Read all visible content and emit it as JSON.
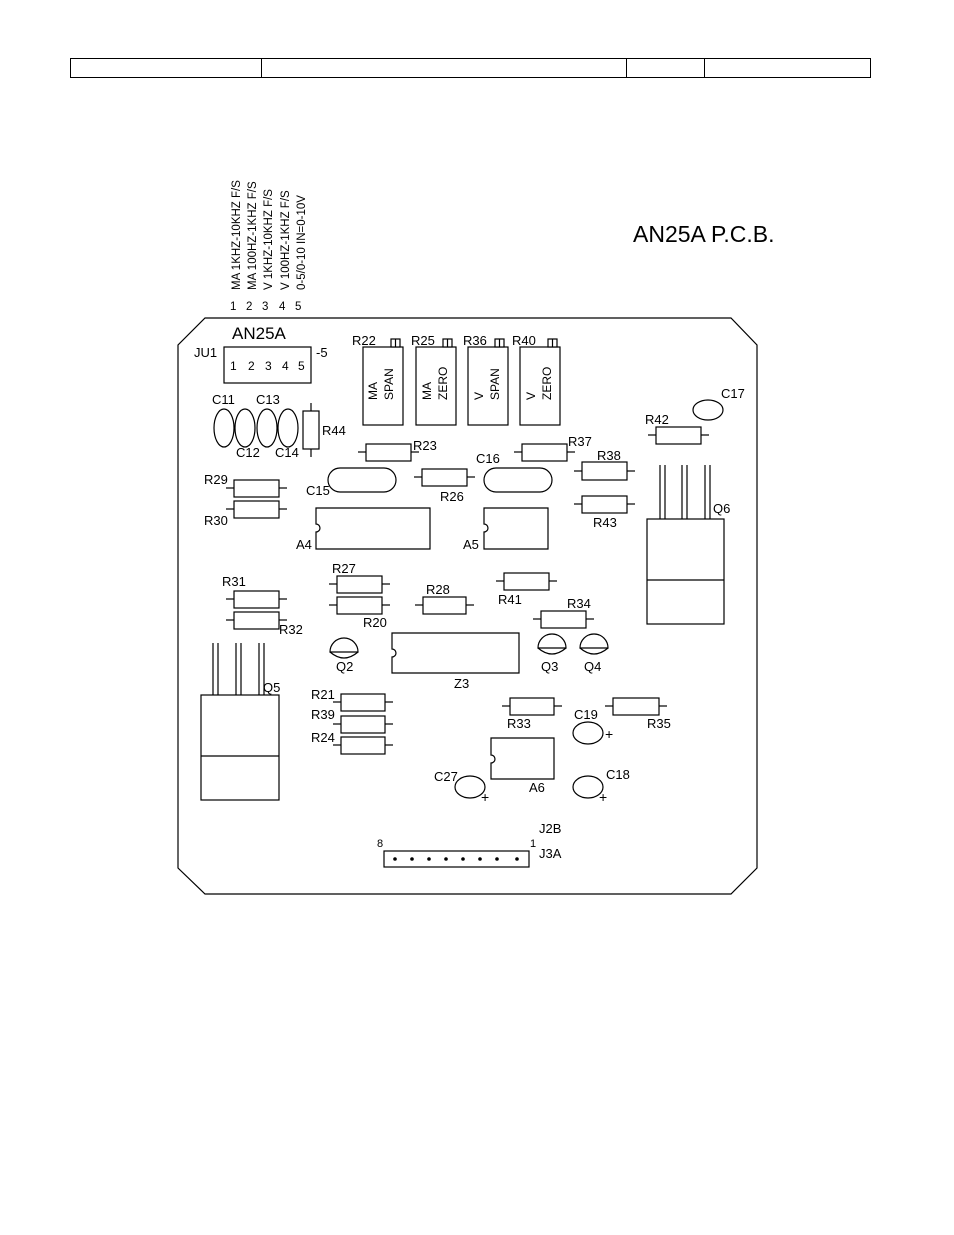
{
  "header": {
    "cells": [
      "",
      "",
      "",
      ""
    ]
  },
  "title": "AN25A P.C.B.",
  "jumper_legend": {
    "numbers": [
      "1",
      "2",
      "3",
      "4",
      "5"
    ],
    "lines": [
      "MA 1KHZ-10KHZ F/S",
      "MA 100HZ-1KHZ F/S",
      "V  1KHZ-10KHZ F/S",
      "V  100HZ-1KHZ F/S",
      "0-5/0-10 IN=0-10V"
    ]
  },
  "board": {
    "name": "AN25A",
    "jumper": {
      "ref": "JU1",
      "pins": [
        "1",
        "2",
        "3",
        "4",
        "5"
      ],
      "suffix": "-5"
    },
    "pots": [
      {
        "ref": "R22",
        "line1": "MA",
        "line2": "SPAN"
      },
      {
        "ref": "R25",
        "line1": "MA",
        "line2": "ZERO"
      },
      {
        "ref": "R36",
        "line1": "V",
        "line2": "SPAN"
      },
      {
        "ref": "R40",
        "line1": "V",
        "line2": "ZERO"
      }
    ],
    "capacitors": [
      "C11",
      "C12",
      "C13",
      "C14",
      "C15",
      "C16",
      "C17",
      "C18",
      "C19",
      "C27"
    ],
    "resistors": [
      "R20",
      "R21",
      "R23",
      "R24",
      "R26",
      "R27",
      "R28",
      "R29",
      "R30",
      "R31",
      "R32",
      "R33",
      "R34",
      "R35",
      "R37",
      "R38",
      "R39",
      "R41",
      "R42",
      "R43",
      "R44"
    ],
    "ics": [
      "A4",
      "A5",
      "A6",
      "Z3"
    ],
    "transistors": [
      "Q2",
      "Q3",
      "Q4",
      "Q5",
      "Q6"
    ],
    "connector": {
      "ref_top": "J2B",
      "ref_bottom": "J3A",
      "pin_left": "8",
      "pin_right": "1"
    },
    "polarity_mark": "+"
  }
}
